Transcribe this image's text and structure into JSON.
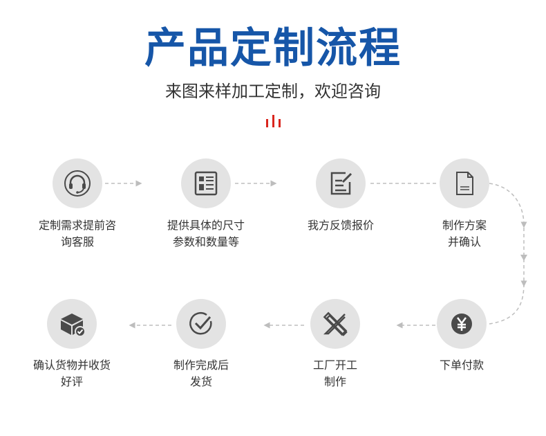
{
  "header": {
    "title": "产品定制流程",
    "subtitle": "来图来样加工定制，欢迎咨询"
  },
  "colors": {
    "title": "#1656a8",
    "accent": "#d9251d",
    "circle": "#e3e3e3",
    "icon": "#4a4a4a",
    "arrow": "#bdbdbd"
  },
  "steps": [
    {
      "label": "定制需求提前咨\n询客服",
      "icon": "headset-icon"
    },
    {
      "label": "提供具体的尺寸\n参数和数量等",
      "icon": "form-grid-icon"
    },
    {
      "label": "我方反馈报价",
      "icon": "edit-note-icon"
    },
    {
      "label": "制作方案\n并确认",
      "icon": "document-icon"
    },
    {
      "label": "下单付款",
      "icon": "yuan-coin-icon"
    },
    {
      "label": "工厂开工\n制作",
      "icon": "ruler-pencil-icon"
    },
    {
      "label": "制作完成后\n发货",
      "icon": "check-circle-icon"
    },
    {
      "label": "确认货物并收货\n好评",
      "icon": "package-check-icon"
    }
  ]
}
